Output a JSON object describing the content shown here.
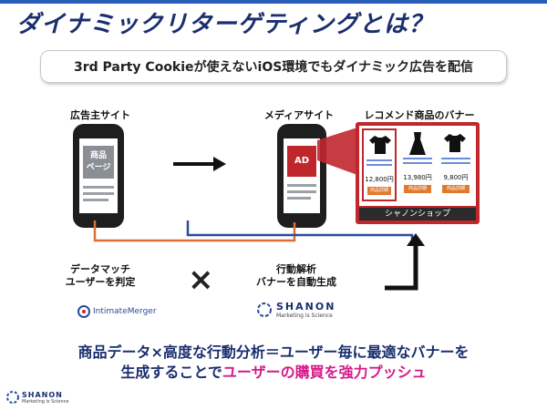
{
  "title": "ダイナミックリターゲティングとは？",
  "subtitle": "3rd Party Cookieが使えないiOS環境でもダイナミック広告を配信",
  "advertiser": {
    "label": "広告主サイト",
    "screen_text_line1": "商品",
    "screen_text_line2": "ページ"
  },
  "media": {
    "label": "メディアサイト",
    "ad_text": "AD"
  },
  "recommend": {
    "label": "レコメンド商品のバナー",
    "prices": [
      "12,800円",
      "13,980円",
      "9,800円"
    ],
    "button_label": "商品詳細",
    "shop_name": "シャノンショップ"
  },
  "data_match": {
    "line1": "データマッチ",
    "line2": "ユーザーを判定"
  },
  "cross": "×",
  "behavior": {
    "line1": "行動解析",
    "line2": "バナーを自動生成"
  },
  "logos": {
    "intimate": "IntimateMerger",
    "shanon": "SHANON",
    "shanon_tag": "Marketing is Science"
  },
  "footer": {
    "line1": "商品データ×高度な行動分析＝ユーザー毎に最適なバナーを",
    "line2_plain": "生成することで",
    "line2_highlight": "ユーザーの購買を強力プッシュ"
  },
  "colors": {
    "navy": "#1a2e6e",
    "red": "#c0272d",
    "orange_line": "#d9703a",
    "blue_line": "#2a4d9b",
    "pink": "#d6198a"
  }
}
